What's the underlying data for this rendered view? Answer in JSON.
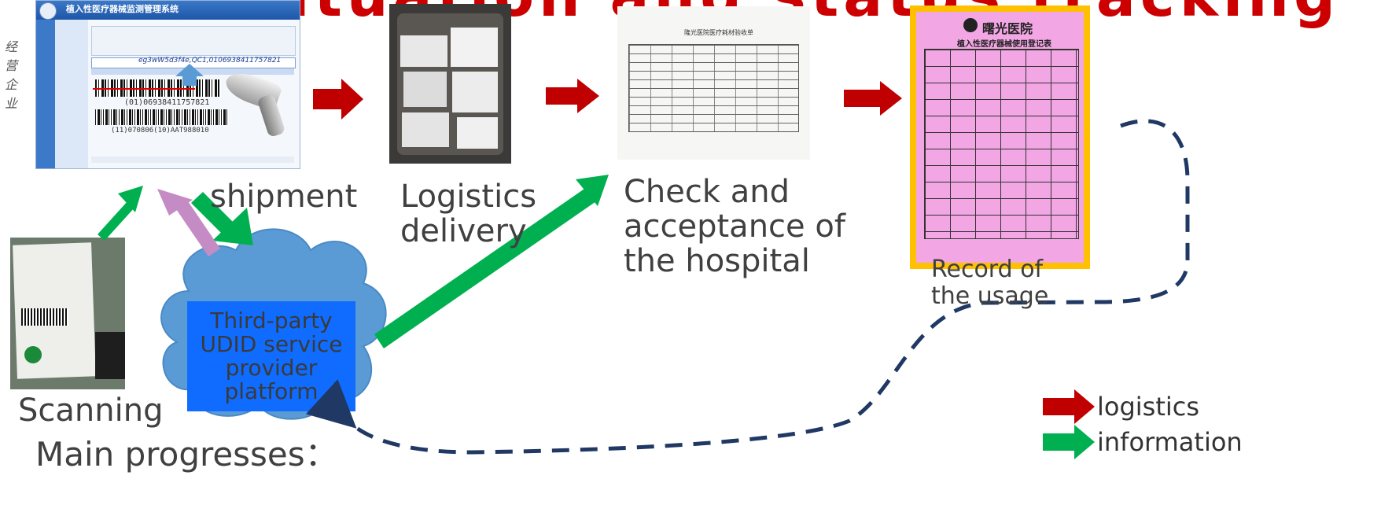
{
  "title": "Used situation and status tracking",
  "labels": {
    "shipment": "shipment",
    "logistics_delivery": "Logistics\ndelivery",
    "check_acceptance": "Check and\nacceptance of\nthe hospital",
    "record_usage": "Record of\nthe usage",
    "scanning": "Scanning",
    "third_party": "Third-party UDID service provider platform",
    "main_progresses": "Main progresses："
  },
  "legend": [
    {
      "label": "logistics",
      "color": "#c00000"
    },
    {
      "label": "information",
      "color": "#00b050"
    }
  ],
  "software_screenshot": {
    "window_title": "植入性医疗器械监测管理系统",
    "side_text": "经营企业",
    "udi_code": "eg3wW5d3f4e,QC1,0106938411757821",
    "barcode_line1": "(01)06938411757821",
    "barcode_line2": "(11)070806(10)AAT988010"
  },
  "acceptance_form": {
    "heading": "隆光医院医疗耗材验收单"
  },
  "usage_record": {
    "hospital": "曙光医院",
    "heading": "植入性医疗器械使用登记表"
  },
  "colors": {
    "logistics_arrow": "#c00000",
    "information_arrow": "#00b050",
    "feedback_arrow": "#c58bc5",
    "dashed_line": "#1f3864",
    "cloud": "#5b9bd5",
    "platform_box": "#0f6cff",
    "record_frame": "#ffc000",
    "record_paper": "#f2a6e4"
  }
}
